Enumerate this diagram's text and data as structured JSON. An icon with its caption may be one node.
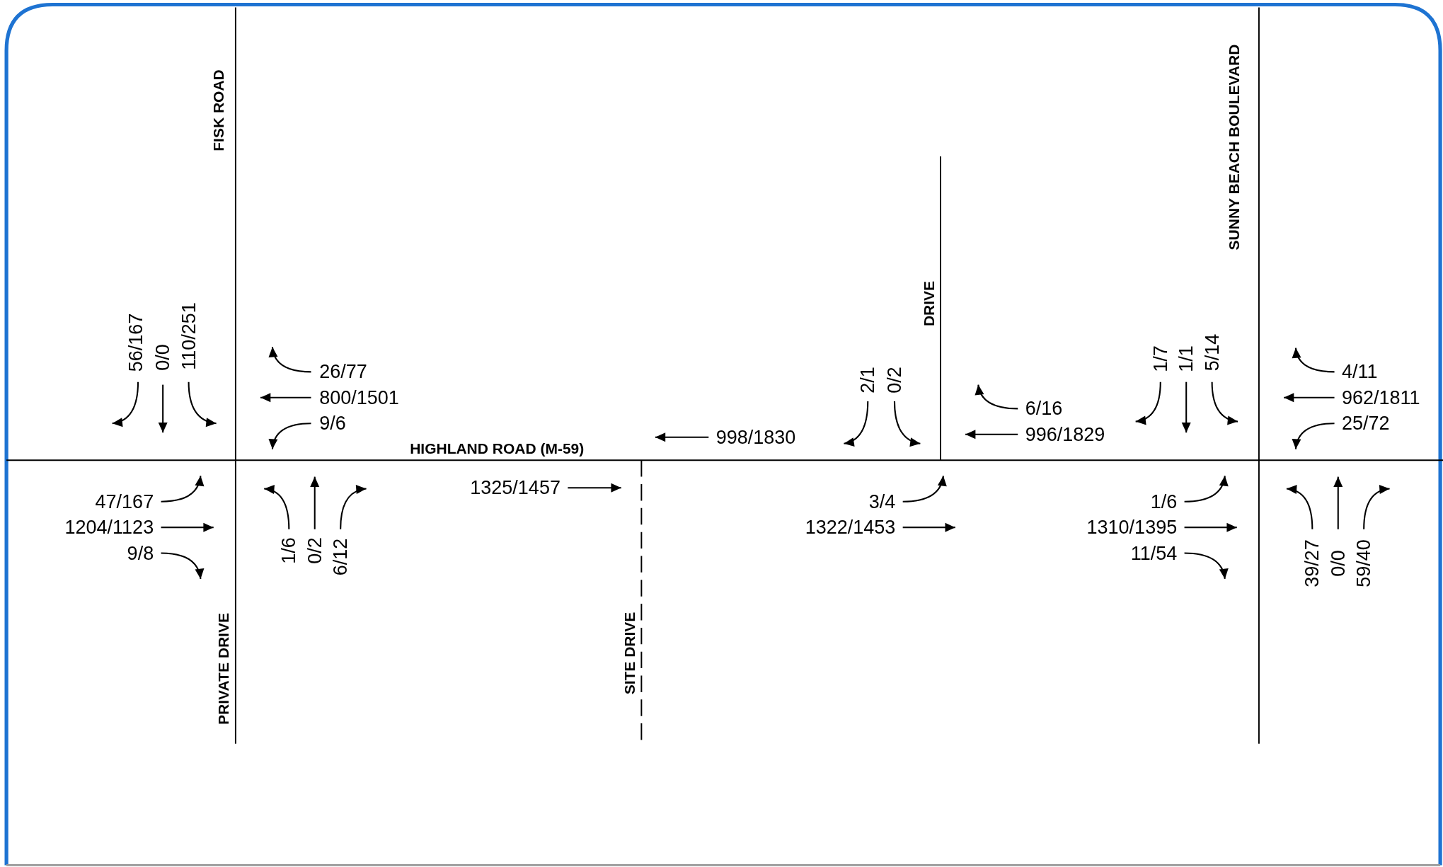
{
  "diagram": {
    "labels": [
      "FISK ROAD",
      "56/167",
      "0/0",
      "110/251",
      "26/77",
      "800/1501",
      "9/6",
      "SUNNY BEACH BOULEVARD",
      "DRIVE",
      "2/1",
      "0/2",
      "1/7",
      "1/1",
      "5/14",
      "4/11",
      "962/1811",
      "6/16",
      "25/72",
      "998/1830",
      "996/1829",
      "HIGHLAND ROAD (M-59)",
      "1325/1457",
      "47/167",
      "3/4",
      "1/6",
      "1204/1123",
      "1322/1453",
      "1310/1395",
      "9/8",
      "11/54",
      "1/6",
      "0/2",
      "6/12",
      "39/27",
      "0/0",
      "59/40",
      "PRIVATE DRIVE",
      "SITE DRIVE"
    ]
  }
}
